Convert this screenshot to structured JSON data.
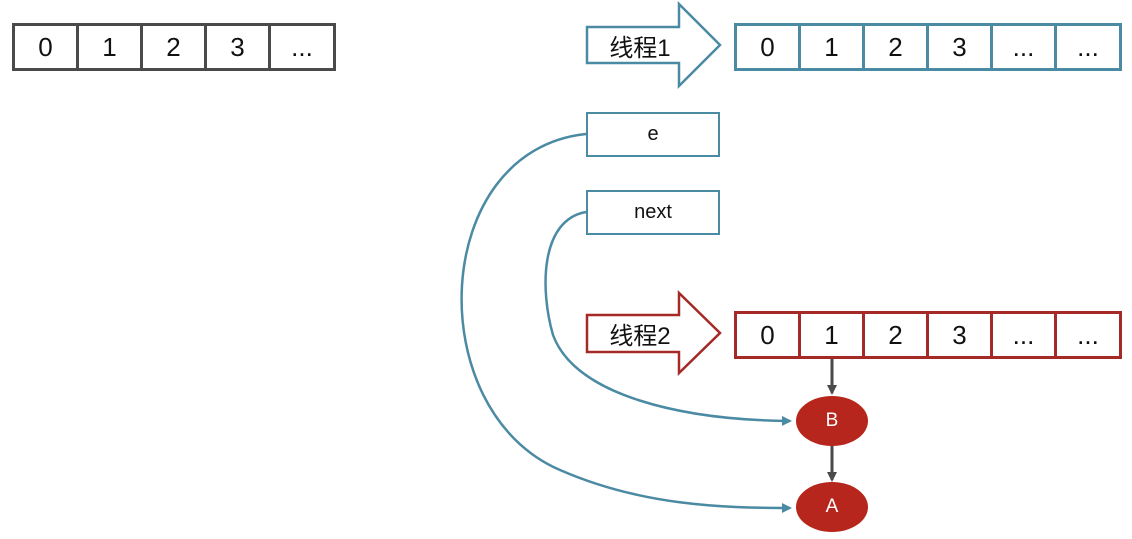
{
  "arrays": {
    "original": [
      "0",
      "1",
      "2",
      "3",
      "..."
    ],
    "thread1": [
      "0",
      "1",
      "2",
      "3",
      "...",
      "..."
    ],
    "thread2": [
      "0",
      "1",
      "2",
      "3",
      "...",
      "..."
    ]
  },
  "threads": {
    "thread1_label": "线程1",
    "thread2_label": "线程2"
  },
  "pointers": {
    "e": "e",
    "next": "next"
  },
  "nodes": {
    "b": "B",
    "a": "A"
  },
  "colors": {
    "original": "#4a4a4a",
    "thread1": "#4b8aa3",
    "thread2": "#a52a27",
    "node_fill": "#b6261c",
    "link": "#4a4a4a"
  }
}
